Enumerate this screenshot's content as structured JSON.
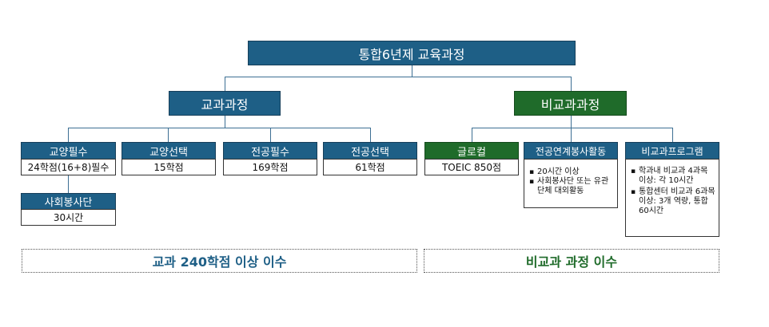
{
  "root": {
    "label": "통합6년제 교육과정"
  },
  "level1": {
    "left": {
      "label": "교과과정"
    },
    "right": {
      "label": "비교과과정"
    }
  },
  "cards": {
    "general_required": {
      "title": "교양필수",
      "value": "24학점(16+8)필수"
    },
    "general_elective": {
      "title": "교양선택",
      "value": "15학점"
    },
    "major_required": {
      "title": "전공필수",
      "value": "169학점"
    },
    "major_elective": {
      "title": "전공선택",
      "value": "61학점"
    },
    "social_service": {
      "title": "사회봉사단",
      "value": "30시간"
    },
    "glocal": {
      "title": "글로컬",
      "value": "TOEIC 850점"
    },
    "major_linked_service": {
      "title": "전공연계봉사활동",
      "items": [
        "20시간 이상",
        "사회봉사단 또는 유관단체 대외활동"
      ]
    },
    "extracurricular_program": {
      "title": "비교과프로그램",
      "items": [
        "학과내 비교과 4과목 이상: 각 10시간",
        "통합센터 비교과 6과목 이상: 3개 역량, 통합 60시간"
      ]
    }
  },
  "summary": {
    "left": "교과 240학점 이상 이수",
    "right": "비교과 과정 이수"
  },
  "colors": {
    "blue": "#1e5f86",
    "green": "#1f6b2a",
    "summary_left_text": "#1e5f86",
    "summary_right_text": "#1f6b2a"
  }
}
